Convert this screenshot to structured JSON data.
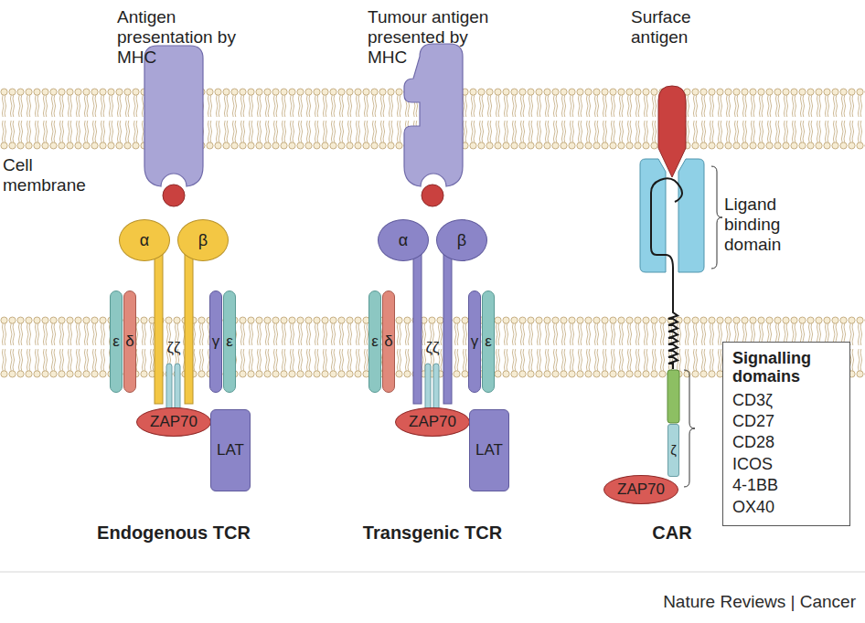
{
  "diagram": {
    "nodes": [
      {
        "text": [
          "ε"
        ]
      },
      {
        "text": [
          "δ"
        ]
      },
      {
        "text": [
          "α"
        ]
      },
      {
        "text": [
          "β"
        ]
      },
      {
        "text": [
          "γ"
        ]
      },
      {
        "text": [
          "ε"
        ]
      },
      {
        "text": [
          "ZAP70"
        ]
      },
      {
        "text": [
          "LAT"
        ]
      },
      {
        "text": [
          "ε"
        ]
      },
      {
        "text": [
          "δ"
        ]
      },
      {
        "text": [
          "α"
        ]
      },
      {
        "text": [
          "β"
        ]
      },
      {
        "text": [
          "γ"
        ]
      },
      {
        "text": [
          "ε"
        ]
      },
      {
        "text": [
          "ZAP70"
        ]
      },
      {
        "text": [
          "LAT"
        ]
      },
      {
        "text": [
          "ζ"
        ]
      },
      {
        "text": [
          "ZAP70"
        ]
      },
      {
        "text": [
          "Signalling domains",
          "CD3ζ",
          "CD27",
          "CD28",
          "ICOS",
          "4-1BB",
          "OX40"
        ]
      }
    ],
    "labels": [
      "Antigen presentation by MHC",
      "Tumour antigen presented by MHC",
      "Surface antigen",
      "Cell membrane",
      "ζζ",
      "ζζ",
      "Ligand binding domain",
      "Endogenous TCR",
      "Transgenic TCR",
      "CAR",
      "Nature Reviews | Cancer"
    ]
  }
}
